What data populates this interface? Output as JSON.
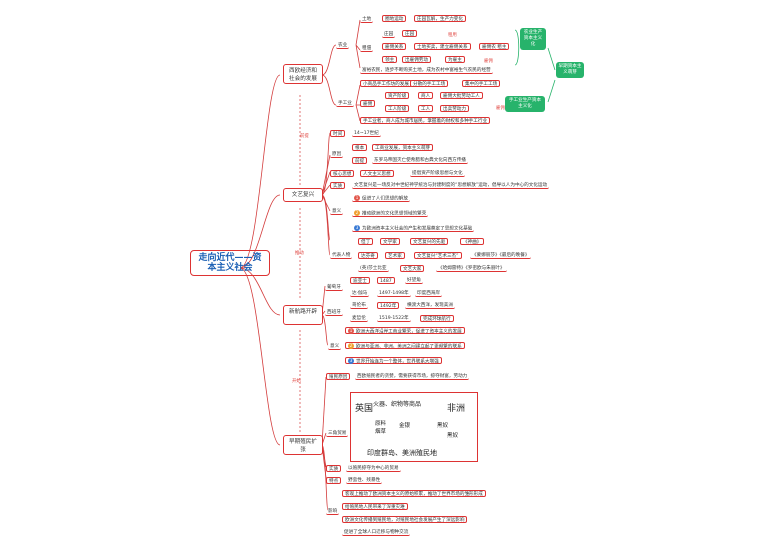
{
  "root": "走向近代——资本主义社会",
  "branches": {
    "west_economy": "西欧经济和社会的发展",
    "renaissance": "文艺复兴",
    "new_routes": "新航路开辟",
    "colonial": "早期殖民扩张"
  },
  "connectors": {
    "a": "前提",
    "b": "推动",
    "c": "开始"
  },
  "economy": {
    "agri": "农业",
    "land": "土地",
    "land_items": [
      "圈地运动",
      "庄园瓦解，生产力变化"
    ],
    "tenancy": "租佃",
    "tenancy_a": [
      "庄园",
      "庄园"
    ],
    "tenancy_b": [
      "雇佣关系",
      "土地买卖，建立雇佣关系",
      "雇佣农 租主"
    ],
    "tenancy_c": [
      "领主",
      "出雇佣劳动",
      "为雇主"
    ],
    "note_a": "租用",
    "note_b": "雇佣",
    "agri_change": "富裕农民，逐步不断购买土地，成为农村中富裕生气农民的经营",
    "green1": "农业生产资本主义化",
    "green_right": "早期资本主义萌芽",
    "handicraft": "手工业",
    "hc_top": [
      "小商品手工作坊的发展",
      "分散的手工工场",
      "集中的手工工场"
    ],
    "hc_emp": "雇佣",
    "hc_emp_a": [
      "资产阶级",
      "商人",
      "雇佣大批劳动工人"
    ],
    "hc_emp_b": [
      "工人阶级",
      "工人",
      "出卖劳动力"
    ],
    "green2": "手工业生产资本主义化",
    "hc_bottom": "手工业者，商人成为城市居民，掌握着的财权和多种手工行业",
    "red_note": "雇佣"
  },
  "ren": {
    "time_l": "时间",
    "time_v": "14~17世纪",
    "bg_l": "原因",
    "bg_items": [
      "根本",
      "工商业发展，资本主义萌芽",
      "前提",
      "东罗马帝国灭亡使希腊和古典文化向西方传播"
    ],
    "core_l": "核心思想",
    "core_v": [
      "人文主义思想",
      "提倡资产阶级思想与文化"
    ],
    "nature_l": "实质",
    "nature_v": "文艺复兴是一场反对中世纪神学统治与封建制度的“思想解放”运动，倡导以人为中心的文化运动",
    "sig_l": "意义",
    "sig_items": [
      "促进了人们思想的解放",
      "推动欧洲的文化思想领域的繁荣",
      "为欧洲资本主义社会的产生和发展奠定了思想文化基础"
    ],
    "people_l": "代表人物",
    "people": [
      [
        "但丁",
        "文学家",
        "文艺复兴的先驱",
        "《神曲》"
      ],
      [
        "达芬奇",
        "艺术家",
        "文艺复兴“艺术三杰”",
        "《蒙娜丽莎》《最后的晚餐》"
      ],
      [
        "(英)莎士比亚",
        "文艺大家",
        "《哈姆雷特》《罗密欧与朱丽叶》"
      ]
    ]
  },
  "routes": {
    "port_l": "葡萄牙",
    "port": [
      [
        "迪亚士",
        "1487",
        "好望角"
      ],
      [
        "达·伽马",
        "1497-1498年",
        "印度西海岸"
      ]
    ],
    "spain_l": "西班牙",
    "spain": [
      [
        "哥伦布",
        "1492年",
        "横渡大西洋，发现美洲"
      ],
      [
        "麦哲伦",
        "1519-1522年",
        "完成环球航行"
      ]
    ],
    "sig_l": "意义",
    "sig": [
      "欧洲大西洋沿岸工商业繁荣，促进了资本主义的发展",
      "欧洲与亚洲、非洲、美洲之间建立起了更频繁的联系",
      "世界开始连为一个整体，世界联系大增强"
    ]
  },
  "colony": {
    "attitude_l": "殖民原因",
    "attitude": "西欧殖民者的贪婪，需要获得市场，掠夺财富，劳动力",
    "trade_l": "三角贸易",
    "sketch": {
      "europe": "英国",
      "africa": "非洲",
      "america": "美洲",
      "goods1": "火器、织物等商品",
      "goods2": "黑奴",
      "goods3": "原料",
      "goods4": "烟草",
      "goods5": "金银",
      "goods6": "黑奴",
      "bottom": "印度群岛、美洲殖民地"
    },
    "nature_l": "实质",
    "nature": "以殖民掠夺为中心的贸易",
    "feature_l": "特点",
    "feature": "野蛮性、残暴性",
    "impact_l": "影响",
    "impact": [
      "客观上推动了欧洲资本主义的原始积累，推动了世界市场的雏形形成",
      "给殖民地人民带来了深重灾难",
      "欧洲文化传播到殖民地，对殖民地社会发展产生了深远影响",
      "促进了全球人口迁移与物种交流"
    ]
  },
  "colors": {
    "line": "#d33c3c",
    "root": "#1a5fb4",
    "green": "#27b36b",
    "num1": "#e2574c",
    "num2": "#f0a030",
    "num3": "#3a7bd5"
  }
}
